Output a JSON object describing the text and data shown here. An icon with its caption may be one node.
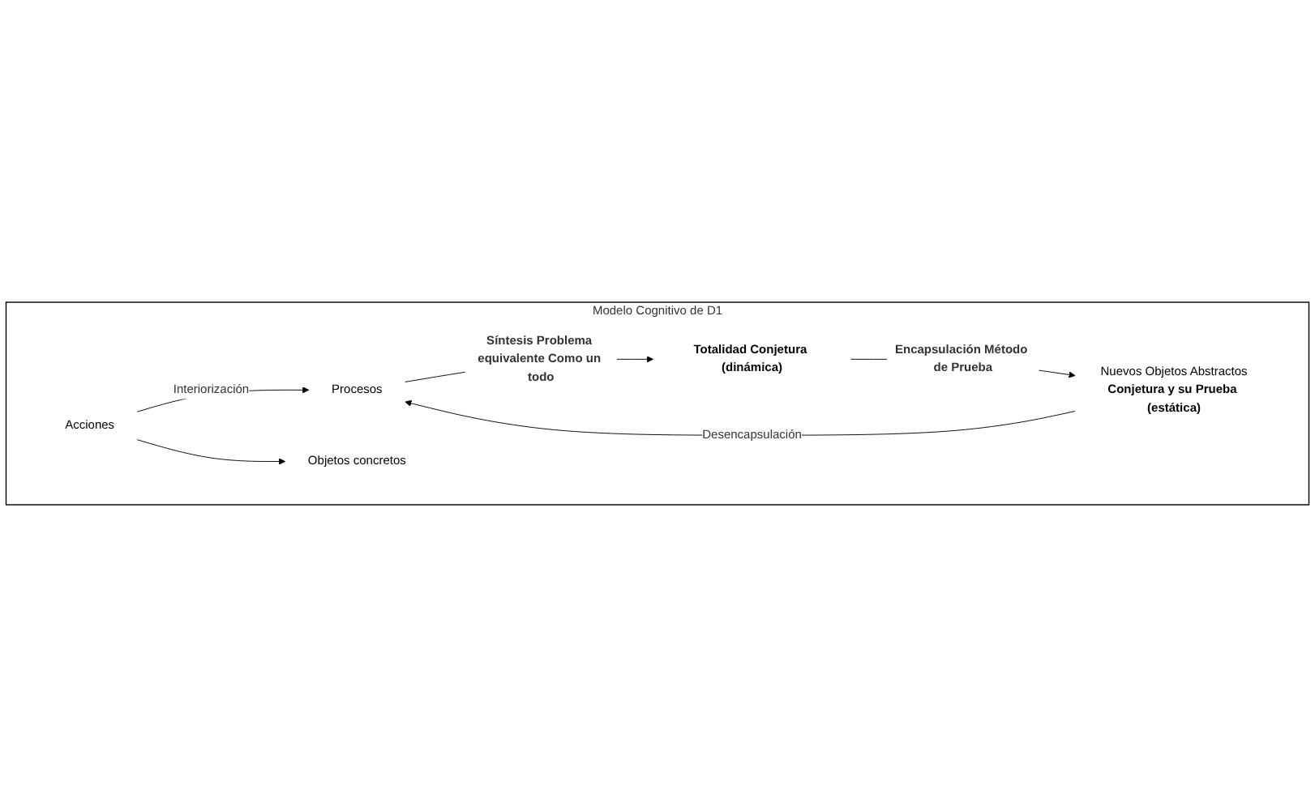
{
  "diagram": {
    "nodes": [
      {
        "text": [
          "Modelo Cognitivo de D1"
        ]
      },
      {
        "text": [
          "Acciones"
        ],
        "in": 0
      },
      {
        "text": [
          "Objetos concretos"
        ],
        "in": 0
      },
      {
        "text": [
          "Procesos"
        ],
        "in": 0
      },
      {
        "text": [
          "Totalidad Conjetura (dinámica)"
        ],
        "in": 0
      },
      {
        "text": [
          "Nuevos Objetos Abstractos",
          "Conjetura y su Prueba (estática)"
        ],
        "in": 0
      }
    ],
    "edges": [
      {
        "from": 1,
        "to": 3,
        "arrow": "to",
        "label": "Interiorización"
      },
      {
        "from": 1,
        "to": 2,
        "arrow": "to"
      },
      {
        "from": 3,
        "to": 4,
        "arrow": "to",
        "label": "Síntesis Problema equivalente Como un todo"
      },
      {
        "from": 4,
        "to": 5,
        "arrow": "to",
        "label": "Encapsulación Método de Prueba"
      },
      {
        "from": 5,
        "to": 3,
        "arrow": "to",
        "label": "Desencapsulación"
      }
    ]
  }
}
